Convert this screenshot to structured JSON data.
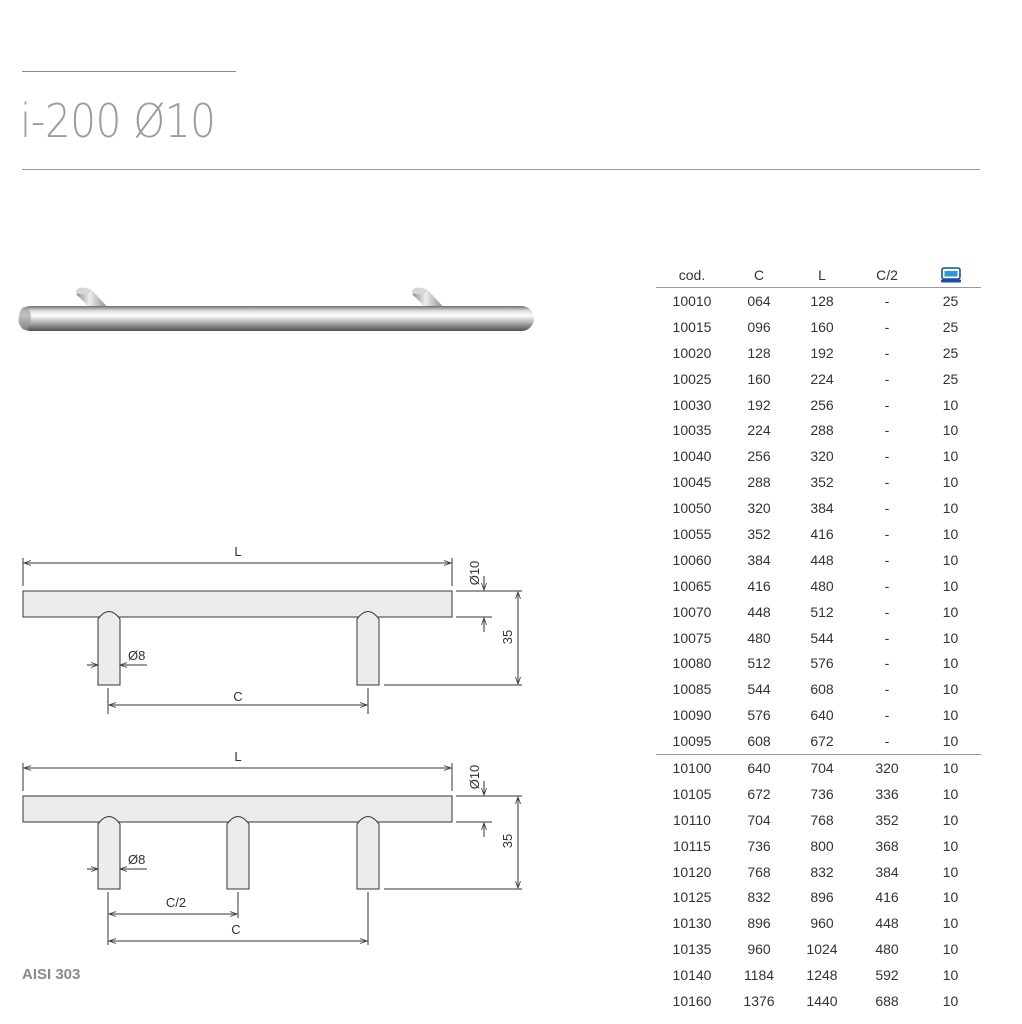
{
  "title": "i-200  Ø10",
  "material": "AISI 303",
  "icon": "box-quantity-icon",
  "drawing_labels": {
    "length": "L",
    "diameter": "Ø10",
    "height": "35",
    "leg_diameter": "Ø8",
    "center": "C",
    "half_center": "C/2"
  },
  "table": {
    "headers": [
      "cod.",
      "C",
      "L",
      "C/2"
    ],
    "rows": [
      [
        "10010",
        "064",
        "128",
        "-",
        "25"
      ],
      [
        "10015",
        "096",
        "160",
        "-",
        "25"
      ],
      [
        "10020",
        "128",
        "192",
        "-",
        "25"
      ],
      [
        "10025",
        "160",
        "224",
        "-",
        "25"
      ],
      [
        "10030",
        "192",
        "256",
        "-",
        "10"
      ],
      [
        "10035",
        "224",
        "288",
        "-",
        "10"
      ],
      [
        "10040",
        "256",
        "320",
        "-",
        "10"
      ],
      [
        "10045",
        "288",
        "352",
        "-",
        "10"
      ],
      [
        "10050",
        "320",
        "384",
        "-",
        "10"
      ],
      [
        "10055",
        "352",
        "416",
        "-",
        "10"
      ],
      [
        "10060",
        "384",
        "448",
        "-",
        "10"
      ],
      [
        "10065",
        "416",
        "480",
        "-",
        "10"
      ],
      [
        "10070",
        "448",
        "512",
        "-",
        "10"
      ],
      [
        "10075",
        "480",
        "544",
        "-",
        "10"
      ],
      [
        "10080",
        "512",
        "576",
        "-",
        "10"
      ],
      [
        "10085",
        "544",
        "608",
        "-",
        "10"
      ],
      [
        "10090",
        "576",
        "640",
        "-",
        "10"
      ],
      [
        "10095",
        "608",
        "672",
        "-",
        "10"
      ],
      [
        "10100",
        "640",
        "704",
        "320",
        "10"
      ],
      [
        "10105",
        "672",
        "736",
        "336",
        "10"
      ],
      [
        "10110",
        "704",
        "768",
        "352",
        "10"
      ],
      [
        "10115",
        "736",
        "800",
        "368",
        "10"
      ],
      [
        "10120",
        "768",
        "832",
        "384",
        "10"
      ],
      [
        "10125",
        "832",
        "896",
        "416",
        "10"
      ],
      [
        "10130",
        "896",
        "960",
        "448",
        "10"
      ],
      [
        "10135",
        "960",
        "1024",
        "480",
        "10"
      ],
      [
        "10140",
        "1184",
        "1248",
        "592",
        "10"
      ],
      [
        "10160",
        "1376",
        "1440",
        "688",
        "10"
      ]
    ],
    "group_break_index": 18
  }
}
